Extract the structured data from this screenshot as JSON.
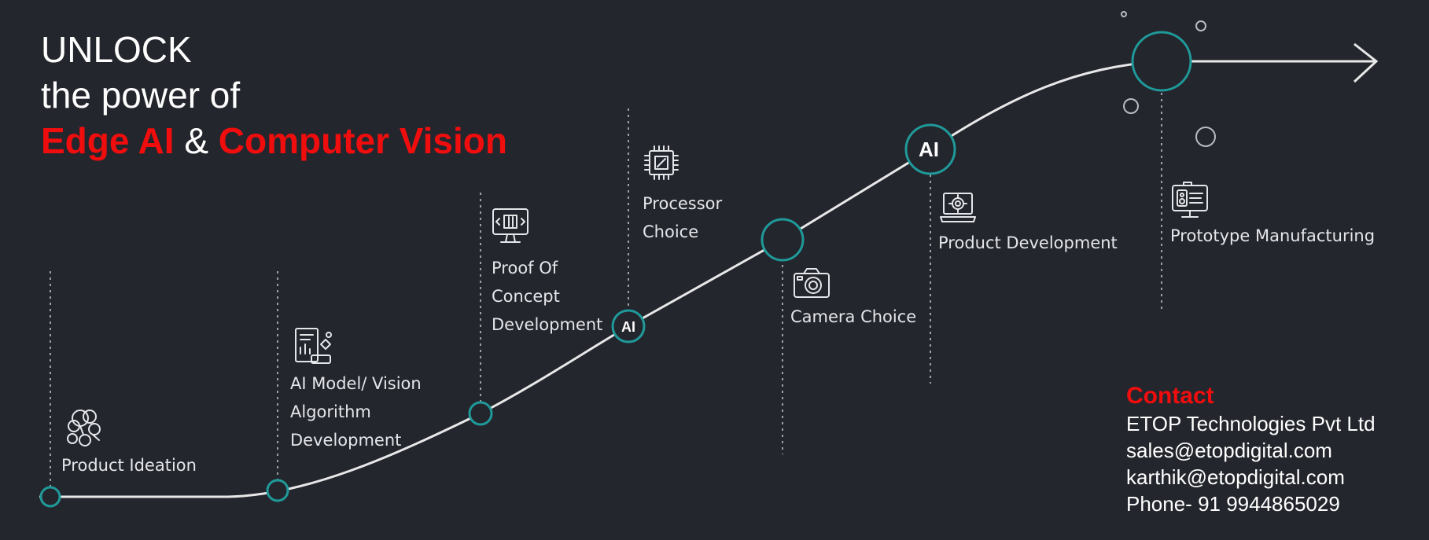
{
  "headline": {
    "line1": "UNLOCK",
    "line2": "the power of",
    "highlight1": "Edge AI",
    "connector": "&",
    "highlight2": "Computer Vision"
  },
  "stages": [
    {
      "lines": [
        "Product Ideation"
      ],
      "icon": "ideas-icon"
    },
    {
      "lines": [
        "AI Model/ Vision",
        "Algorithm",
        "Development"
      ],
      "icon": "algorithm-icon"
    },
    {
      "lines": [
        "Proof Of",
        "Concept",
        "Development"
      ],
      "icon": "monitor-code-icon"
    },
    {
      "lines": [
        "Processor",
        "Choice"
      ],
      "icon": "processor-chip-icon"
    },
    {
      "lines": [
        "Camera Choice"
      ],
      "icon": "camera-icon"
    },
    {
      "lines": [
        "Product Development"
      ],
      "icon": "laptop-gear-icon"
    },
    {
      "lines": [
        "Prototype Manufacturing"
      ],
      "icon": "monitor-device-icon"
    }
  ],
  "node_badges": {
    "small": "AI",
    "large": "AI"
  },
  "contact": {
    "title": "Contact",
    "company": "ETOP Technologies Pvt Ltd",
    "email1": "sales@etopdigital.com",
    "email2": "karthik@etopdigital.com",
    "phone": "Phone- 91 9944865029"
  },
  "colors": {
    "background": "#24262d",
    "accent_red": "#f00d0d",
    "node_ring": "#1f9a9a",
    "curve": "#e8e8e8",
    "dotted_line": "#9aa0a6"
  }
}
